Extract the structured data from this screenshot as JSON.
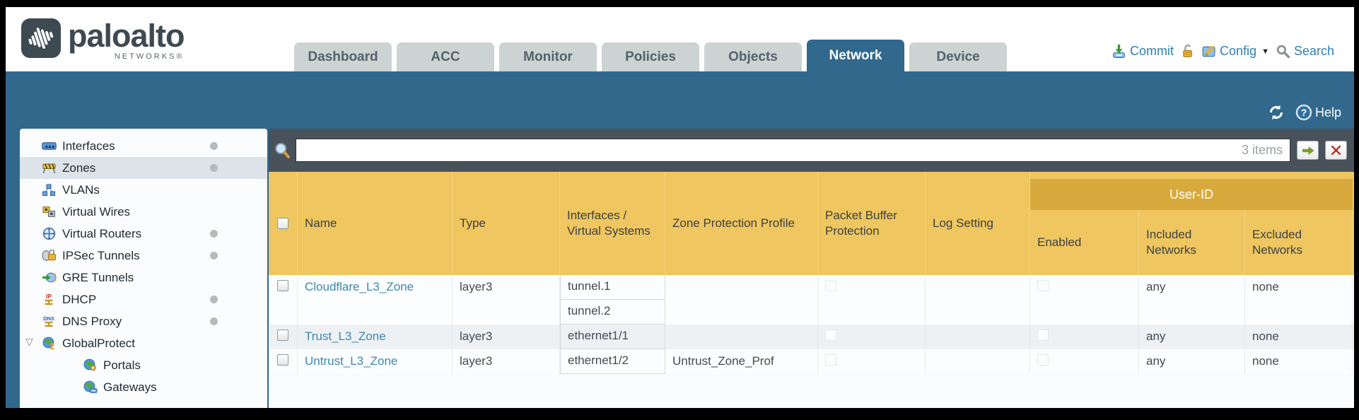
{
  "brand": {
    "name": "paloalto",
    "sub": "NETWORKS®"
  },
  "tabs": [
    {
      "label": "Dashboard",
      "active": false
    },
    {
      "label": "ACC",
      "active": false
    },
    {
      "label": "Monitor",
      "active": false
    },
    {
      "label": "Policies",
      "active": false
    },
    {
      "label": "Objects",
      "active": false
    },
    {
      "label": "Network",
      "active": true
    },
    {
      "label": "Device",
      "active": false
    }
  ],
  "header_actions": {
    "commit": "Commit",
    "config": "Config",
    "search": "Search"
  },
  "band": {
    "help": "Help"
  },
  "filter": {
    "value": "",
    "count": "3 items"
  },
  "icons": {
    "caret": "▼",
    "expander": "▽",
    "help_qmark": "?",
    "dhcp_letters": "IP",
    "dns_letters": "DNS"
  },
  "sidebar": {
    "items": [
      {
        "label": "Interfaces",
        "dot": true,
        "selected": false
      },
      {
        "label": "Zones",
        "dot": true,
        "selected": true
      },
      {
        "label": "VLANs",
        "dot": false,
        "selected": false
      },
      {
        "label": "Virtual Wires",
        "dot": false,
        "selected": false
      },
      {
        "label": "Virtual Routers",
        "dot": true,
        "selected": false
      },
      {
        "label": "IPSec Tunnels",
        "dot": true,
        "selected": false
      },
      {
        "label": "GRE Tunnels",
        "dot": false,
        "selected": false
      },
      {
        "label": "DHCP",
        "dot": true,
        "selected": false
      },
      {
        "label": "DNS Proxy",
        "dot": true,
        "selected": false
      },
      {
        "label": "GlobalProtect",
        "dot": false,
        "selected": false,
        "expanded": true
      },
      {
        "label": "Portals",
        "dot": false,
        "selected": false,
        "child": true
      },
      {
        "label": "Gateways",
        "dot": false,
        "selected": false,
        "child": true
      }
    ]
  },
  "table": {
    "group_header": "User-ID",
    "headers": {
      "name": "Name",
      "type": "Type",
      "interfaces": "Interfaces / Virtual Systems",
      "zone_protection_profile": "Zone Protection Profile",
      "packet_buffer_protection": "Packet Buffer Protection",
      "log_setting": "Log Setting",
      "enabled": "Enabled",
      "included_networks": "Included Networks",
      "excluded_networks": "Excluded Networks"
    },
    "rows": [
      {
        "name": "Cloudflare_L3_Zone",
        "type": "layer3",
        "interfaces": [
          "tunnel.1",
          "tunnel.2"
        ],
        "zone_protection_profile": "",
        "log_setting": "",
        "included_networks": "any",
        "excluded_networks": "none"
      },
      {
        "name": "Trust_L3_Zone",
        "type": "layer3",
        "interfaces": [
          "ethernet1/1"
        ],
        "zone_protection_profile": "",
        "log_setting": "",
        "included_networks": "any",
        "excluded_networks": "none"
      },
      {
        "name": "Untrust_L3_Zone",
        "type": "layer3",
        "interfaces": [
          "ethernet1/2"
        ],
        "zone_protection_profile": "Untrust_Zone_Prof",
        "log_setting": "",
        "included_networks": "any",
        "excluded_networks": "none"
      }
    ]
  },
  "colors": {
    "teal": "#31688b",
    "filter_bar": "#49525a",
    "header_gold": "#efc65f",
    "userid_band": "#d8a93c",
    "link_blue": "#3e87b0",
    "tab_inactive": "#ccd4d3"
  }
}
